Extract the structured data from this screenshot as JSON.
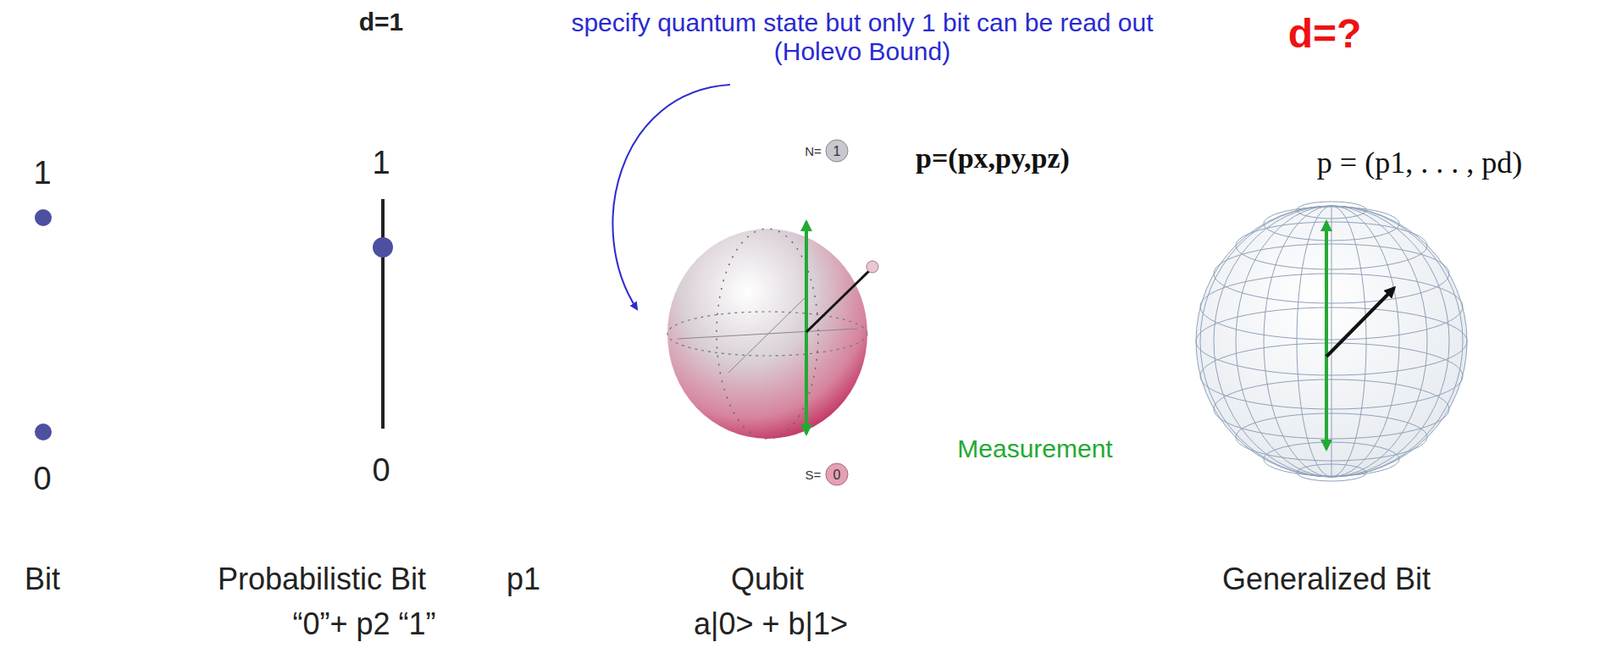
{
  "diagram": {
    "labels": [
      "specify quantum state but only 1 bit can be read out (Holevo Bound)",
      "d=1",
      "d=?",
      "1",
      "0",
      "1",
      "0",
      "N=",
      "1",
      "p=(px,py,pz)",
      "p = (p1, . . . , pd)",
      "Measurement",
      "S=",
      "0",
      "Bit",
      "Probabilistic Bit",
      "p1",
      "“0”+ p2 “1”",
      "Qubit",
      "a|0> + b|1>",
      "Generalized Bit"
    ]
  }
}
